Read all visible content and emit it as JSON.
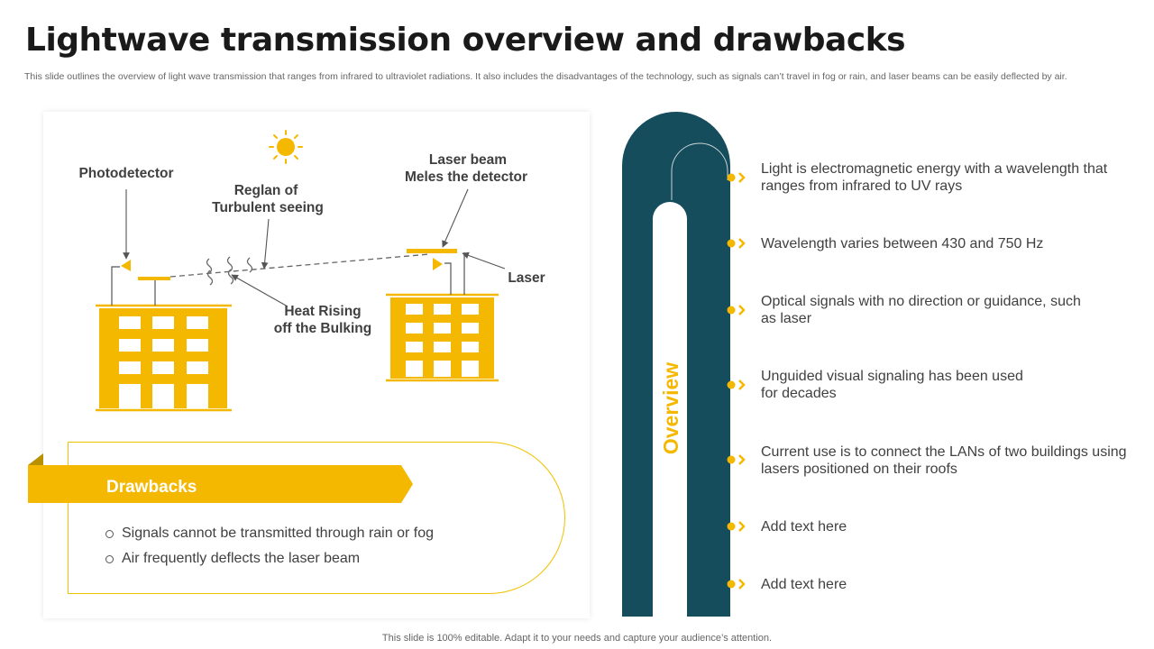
{
  "header": {
    "title": "Lightwave transmission overview and drawbacks",
    "subtitle": "This slide outlines the overview of light wave transmission that ranges from infrared to ultraviolet radiations. It also includes the disadvantages of the technology, such as signals can’t travel in fog or rain, and laser beams can be easily deflected by air."
  },
  "diagram": {
    "labels": {
      "photodetector": "Photodetector",
      "turbulent_line1": "Reglan of",
      "turbulent_line2": "Turbulent seeing",
      "laser_beam_line1": "Laser beam",
      "laser_beam_line2": "Meles the detector",
      "laser": "Laser",
      "heat_line1": "Heat Rising",
      "heat_line2": "off the Bulking"
    }
  },
  "drawbacks": {
    "heading": "Drawbacks",
    "items": [
      "Signals cannot be transmitted through rain or fog",
      "Air frequently  deflects the laser beam"
    ]
  },
  "overview": {
    "label": "Overview",
    "items": [
      "Light is electromagnetic energy with a wavelength  that ranges from infrared to UV rays",
      "Wavelength  varies between 430 and 750 Hz",
      "Optical signals with no direction or guidance, such as laser",
      "Unguided visual signaling has been used for decades",
      "Current use is to connect the LANs of two buildings using lasers positioned on their roofs",
      "Add text here",
      "Add text here"
    ]
  },
  "colors": {
    "accent": "#f5b800",
    "dark_teal": "#154d5c",
    "text": "#404040"
  },
  "footer": {
    "note": "This slide is 100% editable. Adapt it to your needs and capture your audience’s attention."
  }
}
